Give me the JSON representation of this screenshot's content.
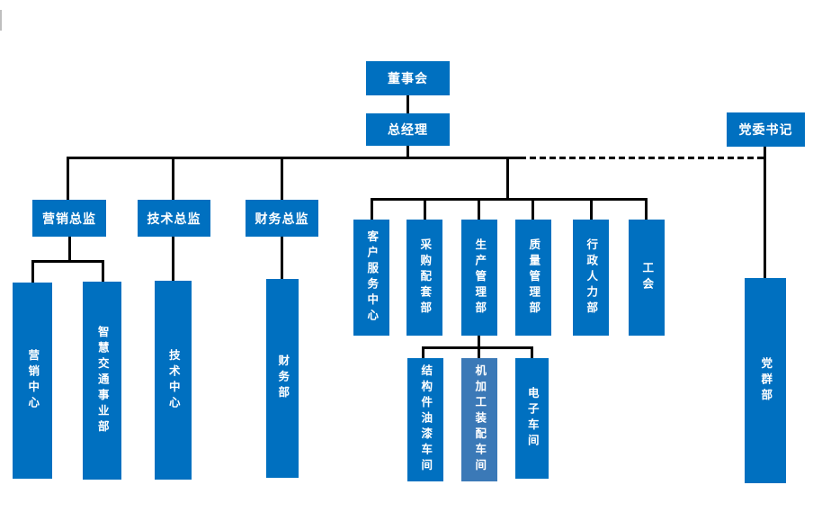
{
  "org": {
    "type": "org-chart",
    "colors": {
      "node_fill": "#0070C0",
      "node_fill_highlight": "#3B79B7",
      "node_text": "#FFFFFF",
      "connector": "#000000",
      "background": "#FFFFFF"
    },
    "nodes": {
      "board": {
        "label": "董事会"
      },
      "general_manager": {
        "label": "总经理"
      },
      "party_secretary": {
        "label": "党委书记"
      },
      "marketing_director": {
        "label": "营销总监"
      },
      "tech_director": {
        "label": "技术总监"
      },
      "finance_director": {
        "label": "财务总监"
      },
      "customer_service_center": {
        "label": "客户服务中心"
      },
      "procurement_support": {
        "label": "采购配套部"
      },
      "production_management": {
        "label": "生产管理部"
      },
      "quality_management": {
        "label": "质量管理部"
      },
      "admin_hr": {
        "label": "行政人力部"
      },
      "labor_union": {
        "label": "工会"
      },
      "marketing_center": {
        "label": "营销中心"
      },
      "smart_transport_division": {
        "label": "智慧交通事业部"
      },
      "tech_center": {
        "label": "技术中心"
      },
      "finance_dept": {
        "label": "财务部"
      },
      "structural_paint_workshop": {
        "label": "结构件油漆车间"
      },
      "machining_assembly_workshop": {
        "label": "机加工装配车间",
        "highlighted": true
      },
      "electronics_workshop": {
        "label": "电子车间"
      },
      "party_mass_dept": {
        "label": "党群部"
      }
    },
    "edges": [
      {
        "from": "董事会",
        "to": "总经理",
        "style": "solid"
      },
      {
        "from": "总经理",
        "to": "营销总监",
        "style": "solid"
      },
      {
        "from": "总经理",
        "to": "技术总监",
        "style": "solid"
      },
      {
        "from": "总经理",
        "to": "财务总监",
        "style": "solid"
      },
      {
        "from": "总经理",
        "to": "客户服务中心",
        "style": "solid"
      },
      {
        "from": "总经理",
        "to": "采购配套部",
        "style": "solid"
      },
      {
        "from": "总经理",
        "to": "生产管理部",
        "style": "solid"
      },
      {
        "from": "总经理",
        "to": "质量管理部",
        "style": "solid"
      },
      {
        "from": "总经理",
        "to": "行政人力部",
        "style": "solid"
      },
      {
        "from": "总经理",
        "to": "工会",
        "style": "solid"
      },
      {
        "from": "总经理",
        "to": "党委书记",
        "style": "dashed"
      },
      {
        "from": "营销总监",
        "to": "营销中心",
        "style": "solid"
      },
      {
        "from": "营销总监",
        "to": "智慧交通事业部",
        "style": "solid"
      },
      {
        "from": "技术总监",
        "to": "技术中心",
        "style": "solid"
      },
      {
        "from": "财务总监",
        "to": "财务部",
        "style": "solid"
      },
      {
        "from": "生产管理部",
        "to": "结构件油漆车间",
        "style": "solid"
      },
      {
        "from": "生产管理部",
        "to": "机加工装配车间",
        "style": "solid"
      },
      {
        "from": "生产管理部",
        "to": "电子车间",
        "style": "solid"
      },
      {
        "from": "党委书记",
        "to": "党群部",
        "style": "solid"
      }
    ]
  }
}
